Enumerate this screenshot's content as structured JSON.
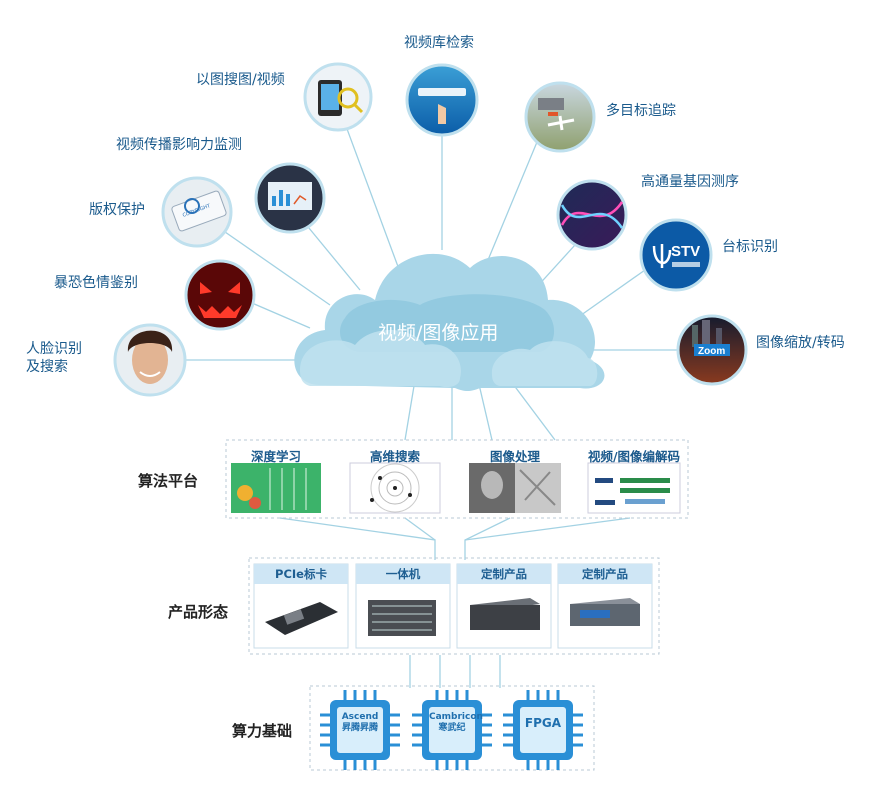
{
  "cloud": {
    "label": "视频/图像应用"
  },
  "apps": {
    "face": "人脸识别\n及搜索",
    "violence": "暴恐色情鉴别",
    "copyright": "版权保护",
    "influence": "视频传播影响力监测",
    "image_search": "以图搜图/视频",
    "video_search": "视频库检索",
    "tracking": "多目标追踪",
    "gene": "高通量基因测序",
    "logo": "台标识别",
    "zoom": "图像缩放/转码"
  },
  "icon_text": {
    "stv": "STV",
    "zoom": "Zoom",
    "copyright": "COPYRIGHT"
  },
  "rows": {
    "algo": "算法平台",
    "product": "产品形态",
    "compute": "算力基础"
  },
  "algorithms": [
    "深度学习",
    "高维搜索",
    "图像处理",
    "视频/图像编解码"
  ],
  "products": [
    "PCIe标卡",
    "一体机",
    "定制产品",
    "定制产品"
  ],
  "chips": [
    {
      "line1": "Ascend",
      "line2": "昇腾昇腾"
    },
    {
      "line1": "Cambricon",
      "line2": "寒武纪"
    },
    {
      "line1": "FPGA",
      "line2": ""
    }
  ],
  "colors": {
    "accent": "#1a5a8c",
    "cloud": "#a9d6e8",
    "line": "#9fd0e2",
    "chip": "#2a8fd6"
  }
}
